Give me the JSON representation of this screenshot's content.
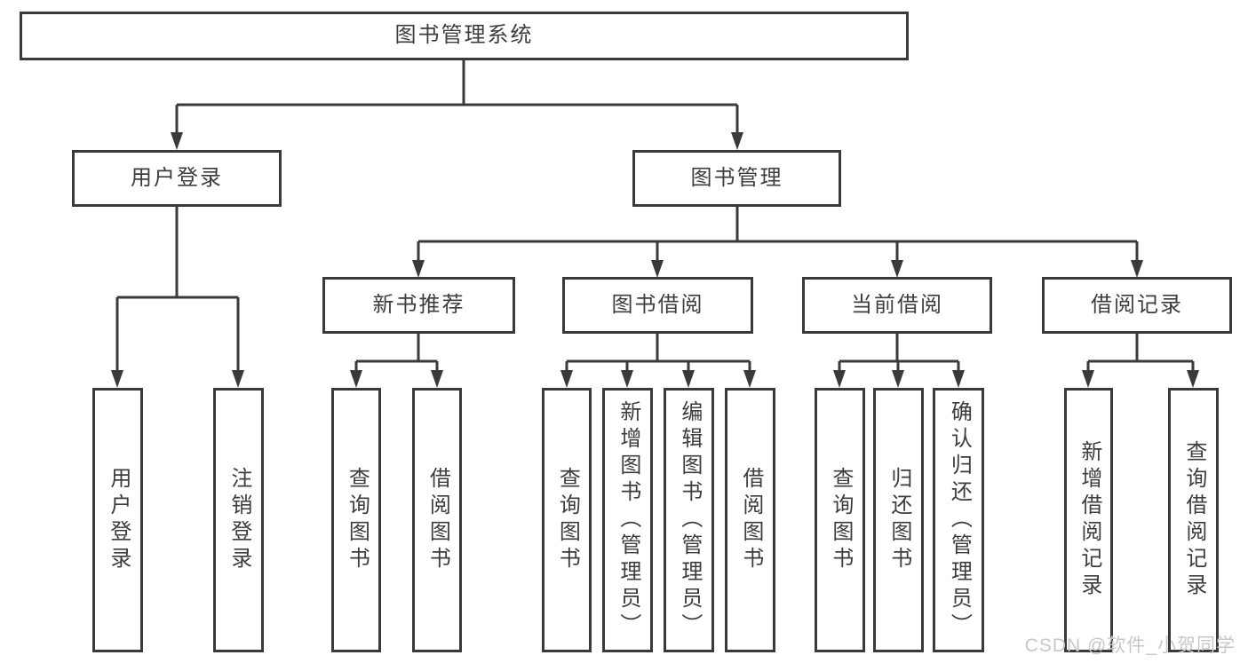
{
  "diagram": {
    "root": {
      "label": "图书管理系统"
    },
    "level2": [
      {
        "label": "用户登录"
      },
      {
        "label": "图书管理"
      }
    ],
    "level3": [
      {
        "label": "新书推荐"
      },
      {
        "label": "图书借阅"
      },
      {
        "label": "当前借阅"
      },
      {
        "label": "借阅记录"
      }
    ],
    "leaves": [
      {
        "label": "用户登录"
      },
      {
        "label": "注销登录"
      },
      {
        "label": "查询图书"
      },
      {
        "label": "借阅图书"
      },
      {
        "label": "查询图书"
      },
      {
        "label": "新增图书（管理员）"
      },
      {
        "label": "编辑图书（管理员）"
      },
      {
        "label": "借阅图书"
      },
      {
        "label": "查询图书"
      },
      {
        "label": "归还图书"
      },
      {
        "label": "确认归还（管理员）"
      },
      {
        "label": "新增借阅记录"
      },
      {
        "label": "查询借阅记录"
      }
    ]
  },
  "watermark": {
    "text": "CSDN @软件_小贺同学"
  },
  "colors": {
    "line": "#3a3a3a",
    "text": "#3d3d3d",
    "background": "#ffffff",
    "watermark": "#c8c8c8"
  }
}
